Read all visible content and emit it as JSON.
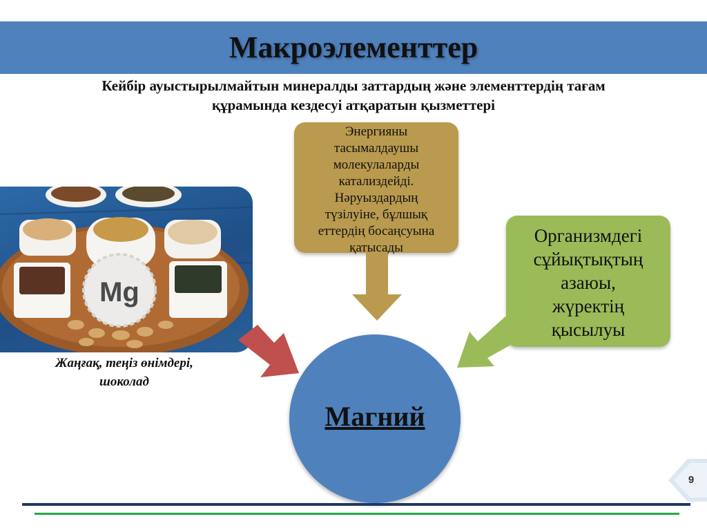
{
  "slide": {
    "title": "Макроэлементтер",
    "subtitle_line1": "Кейбір ауыстырылмайтын минералды заттардың және элементтердің тағам",
    "subtitle_line2": "құрамында кездесуі атқаратын қызметтері"
  },
  "photo": {
    "label": "Mg"
  },
  "caption": {
    "line1": "Жаңғақ, теңіз өнімдері,",
    "line2": "шоколад"
  },
  "gold_box": {
    "lines": [
      "Энергияны",
      "тасымалдаушы",
      "молекулаларды",
      "катализдейді.",
      "Нәруыздардың",
      "түзілуіне, бұлшық",
      "еттердің босаңсуына",
      "қатысады"
    ]
  },
  "green_box": {
    "lines": [
      "Организмдегі",
      "сұйықтықтың",
      "азаюы,",
      "жүректің",
      "қысылуы"
    ]
  },
  "center": {
    "label": "Магний"
  },
  "footer": {
    "page_number": "9"
  },
  "colors": {
    "title_band": "#4f81bd",
    "gold": "#b99a4e",
    "green": "#9bbb59",
    "red_arrow": "#c0504d",
    "circle": "#4f81bd"
  }
}
